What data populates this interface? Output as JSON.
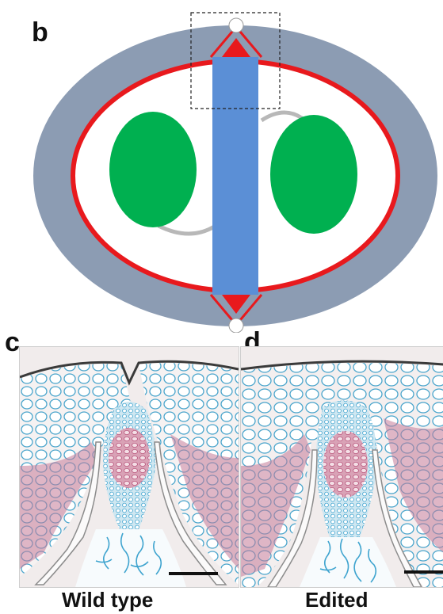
{
  "panels": {
    "b": {
      "letter": "b"
    },
    "c": {
      "letter": "c",
      "caption": "Wild type"
    },
    "d": {
      "letter": "d",
      "caption": "Edited"
    }
  },
  "colors": {
    "outer_ring": "#8c9cb3",
    "red_membrane": "#e8191d",
    "cavity": "#ffffff",
    "green_cell": "#00b050",
    "blue_column": "#5b8fd6",
    "gray_arc": "#b8b8b8",
    "stain_pink": "#b8537a",
    "stain_blue": "#3fa4cf",
    "background_tissue": "#f1ecec"
  }
}
